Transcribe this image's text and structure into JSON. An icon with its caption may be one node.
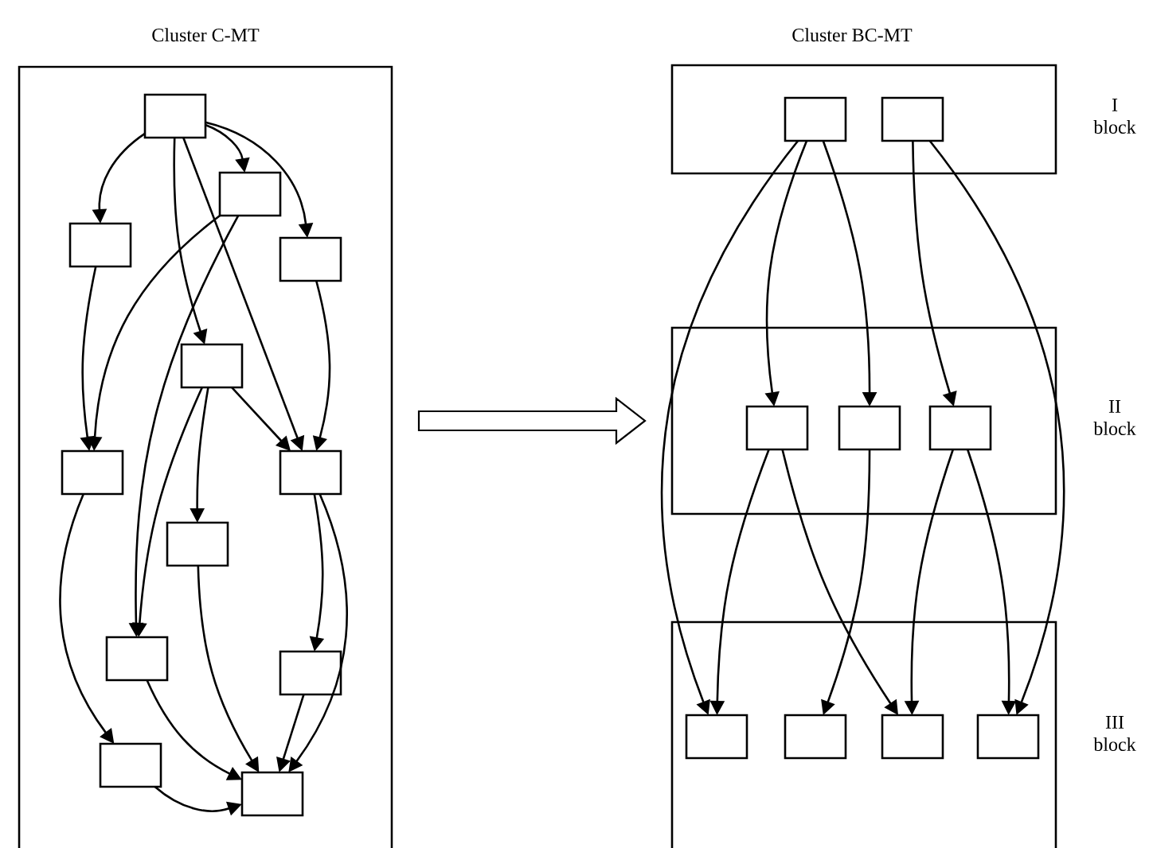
{
  "diagram": {
    "nodes": [
      {
        "text": [
          "Cluster C-MT"
        ]
      },
      {
        "text": [],
        "shape": "box",
        "in": 0
      },
      {
        "text": [],
        "shape": "box",
        "in": 0
      },
      {
        "text": [],
        "shape": "box",
        "in": 0
      },
      {
        "text": [],
        "shape": "box",
        "in": 0
      },
      {
        "text": [],
        "shape": "box",
        "in": 0
      },
      {
        "text": [],
        "shape": "box",
        "in": 0
      },
      {
        "text": [],
        "shape": "box",
        "in": 0
      },
      {
        "text": [],
        "shape": "box",
        "in": 0
      },
      {
        "text": [],
        "shape": "box",
        "in": 0
      },
      {
        "text": [],
        "shape": "box",
        "in": 0
      },
      {
        "text": [],
        "shape": "box",
        "in": 0
      },
      {
        "text": [],
        "shape": "box",
        "in": 0
      },
      {
        "text": [
          "I block"
        ]
      },
      {
        "text": [],
        "shape": "box",
        "in": 13
      },
      {
        "text": [],
        "shape": "box",
        "in": 13
      },
      {
        "text": [
          "II block"
        ]
      },
      {
        "text": [],
        "shape": "box",
        "in": 16
      },
      {
        "text": [],
        "shape": "box",
        "in": 16
      },
      {
        "text": [],
        "shape": "box",
        "in": 16
      },
      {
        "text": [
          "III block"
        ]
      },
      {
        "text": [],
        "shape": "box",
        "in": 20
      },
      {
        "text": [],
        "shape": "box",
        "in": 20
      },
      {
        "text": [],
        "shape": "box",
        "in": 20
      },
      {
        "text": [],
        "shape": "box",
        "in": 20
      }
    ],
    "edges": [
      {
        "from": 1,
        "to": 2,
        "arrow": "to"
      },
      {
        "from": 1,
        "to": 3,
        "arrow": "to"
      },
      {
        "from": 1,
        "to": 4,
        "arrow": "to"
      },
      {
        "from": 1,
        "to": 5,
        "arrow": "to"
      },
      {
        "from": 1,
        "to": 7,
        "arrow": "to"
      },
      {
        "from": 2,
        "to": 6,
        "arrow": "to"
      },
      {
        "from": 2,
        "to": 9,
        "arrow": "to"
      },
      {
        "from": 3,
        "to": 6,
        "arrow": "to"
      },
      {
        "from": 4,
        "to": 7,
        "arrow": "to"
      },
      {
        "from": 5,
        "to": 9,
        "arrow": "to"
      },
      {
        "from": 5,
        "to": 8,
        "arrow": "to"
      },
      {
        "from": 5,
        "to": 7,
        "arrow": "to"
      },
      {
        "from": 6,
        "to": 11,
        "arrow": "to"
      },
      {
        "from": 7,
        "to": 10,
        "arrow": "to"
      },
      {
        "from": 7,
        "to": 12,
        "arrow": "to"
      },
      {
        "from": 8,
        "to": 12,
        "arrow": "to"
      },
      {
        "from": 9,
        "to": 12,
        "arrow": "to"
      },
      {
        "from": 10,
        "to": 12,
        "arrow": "to"
      },
      {
        "from": 11,
        "to": 12,
        "arrow": "to"
      },
      {
        "from": 14,
        "to": 21,
        "arrow": "to"
      },
      {
        "from": 14,
        "to": 17,
        "arrow": "to"
      },
      {
        "from": 14,
        "to": 18,
        "arrow": "to"
      },
      {
        "from": 15,
        "to": 19,
        "arrow": "to"
      },
      {
        "from": 15,
        "to": 24,
        "arrow": "to"
      },
      {
        "from": 17,
        "to": 21,
        "arrow": "to"
      },
      {
        "from": 17,
        "to": 23,
        "arrow": "to"
      },
      {
        "from": 18,
        "to": 22,
        "arrow": "to"
      },
      {
        "from": 19,
        "to": 23,
        "arrow": "to"
      },
      {
        "from": 19,
        "to": 24,
        "arrow": "to"
      },
      {
        "from": 0,
        "to": 16,
        "arrow": "to",
        "style": "thick"
      }
    ],
    "labels": [
      "Cluster BC-MT"
    ]
  }
}
